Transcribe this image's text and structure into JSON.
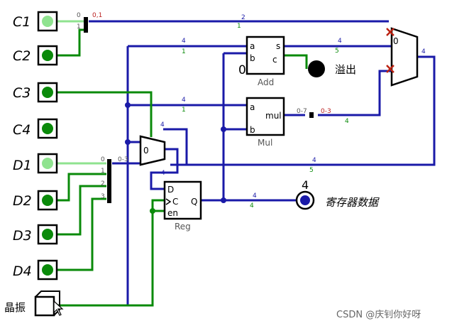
{
  "inputs": [
    "C1",
    "C2",
    "C3",
    "C4",
    "D1",
    "D2",
    "D3",
    "D4"
  ],
  "clock_label": "晶振",
  "components": {
    "adder": "Add",
    "multiplier": "Mul",
    "register": "Reg"
  },
  "adder_pins": {
    "a": "a",
    "b": "b",
    "s": "s",
    "c": "c",
    "ci": "0"
  },
  "mul_pins": {
    "a": "a",
    "b": "b",
    "mul": "mul"
  },
  "reg_pins": {
    "d": "D",
    "c": "C",
    "q": "Q",
    "en": "en"
  },
  "mux_pins": {
    "sel0": "0"
  },
  "overflow_label": "溢出",
  "output": {
    "value": "4",
    "label": "寄存器数据"
  },
  "wire_labels": {
    "w_ctrl_2": "2",
    "w_ctrl_1": "1",
    "w_split_0": "0",
    "w_split_1": "1",
    "w_split_01": "0,1",
    "w_a4": "4",
    "w_a1": "1",
    "w_s4": "4",
    "w_s5": "5",
    "w_mux4": "4",
    "w_mb4": "4",
    "w_mb1": "1",
    "w_mul07": "0-7",
    "w_mul03": "0-3",
    "w_mul4": "4",
    "w_d0": "0",
    "w_d03": "0-3",
    "w_d1": "1",
    "w_d2": "2",
    "w_d3": "3",
    "w_m4": "4",
    "w_fb4": "4",
    "w_fb5": "5",
    "w_q4": "4",
    "w_q4b": "4",
    "w_reg4": "4"
  },
  "watermark": "CSDN @庆钊你好呀"
}
